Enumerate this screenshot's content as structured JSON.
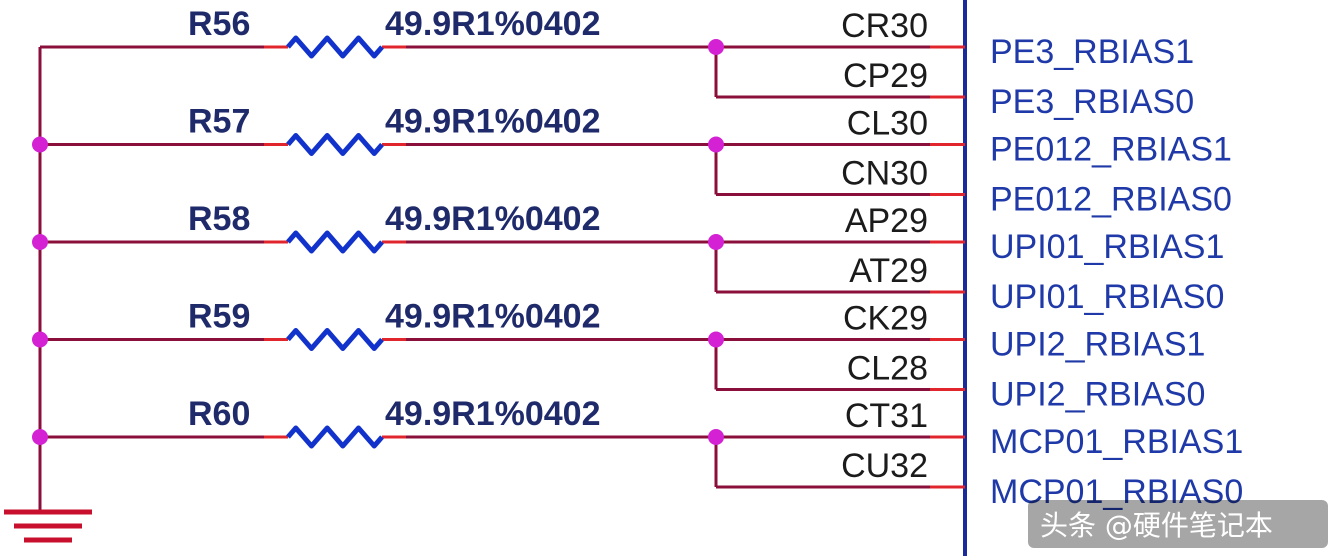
{
  "colors": {
    "wire": "#8a0f3a",
    "pin_stub": "#e0262c",
    "junction": "#d321d3",
    "resistor": "#1133cc",
    "ic_edge": "#1a2a9a",
    "ground": "#c8102e"
  },
  "rows": [
    {
      "ref": "R56",
      "value": "49.9R1%0402",
      "pins": [
        "CR30",
        "CP29"
      ],
      "nets": [
        "PE3_RBIAS1",
        "PE3_RBIAS0"
      ]
    },
    {
      "ref": "R57",
      "value": "49.9R1%0402",
      "pins": [
        "CL30",
        "CN30"
      ],
      "nets": [
        "PE012_RBIAS1",
        "PE012_RBIAS0"
      ]
    },
    {
      "ref": "R58",
      "value": "49.9R1%0402",
      "pins": [
        "AP29",
        "AT29"
      ],
      "nets": [
        "UPI01_RBIAS1",
        "UPI01_RBIAS0"
      ]
    },
    {
      "ref": "R59",
      "value": "49.9R1%0402",
      "pins": [
        "CK29",
        "CL28"
      ],
      "nets": [
        "UPI2_RBIAS1",
        "UPI2_RBIAS0"
      ]
    },
    {
      "ref": "R60",
      "value": "49.9R1%0402",
      "pins": [
        "CT31",
        "CU32"
      ],
      "nets": [
        "MCP01_RBIAS1",
        "MCP01_RBIAS0"
      ]
    }
  ],
  "watermark": "头条 @硬件笔记本"
}
